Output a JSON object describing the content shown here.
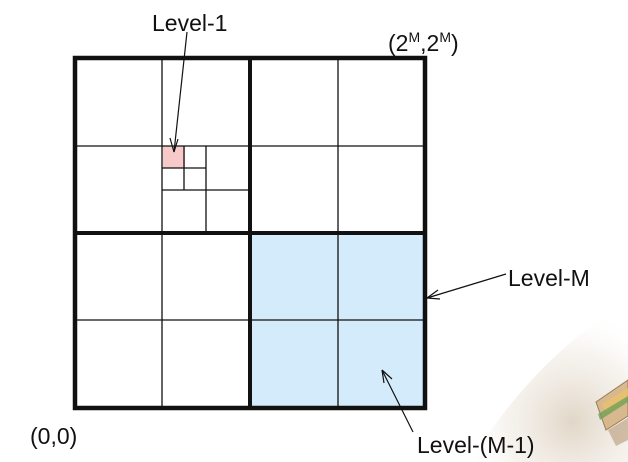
{
  "labels": {
    "level_1": "Level-1",
    "level_m": "Level-M",
    "level_m_minus_1": "Level-(M-1)",
    "origin": "(0,0)"
  },
  "corner_label": {
    "open": "(2",
    "exp1": "M",
    "sep": ",2",
    "exp2": "M",
    "close": ")"
  },
  "colors": {
    "grid_line": "#111111",
    "level_1_fill": "#f7c9c9",
    "level_m_fill": "#d3ebfb",
    "decor_photo": "#e8b070"
  }
}
